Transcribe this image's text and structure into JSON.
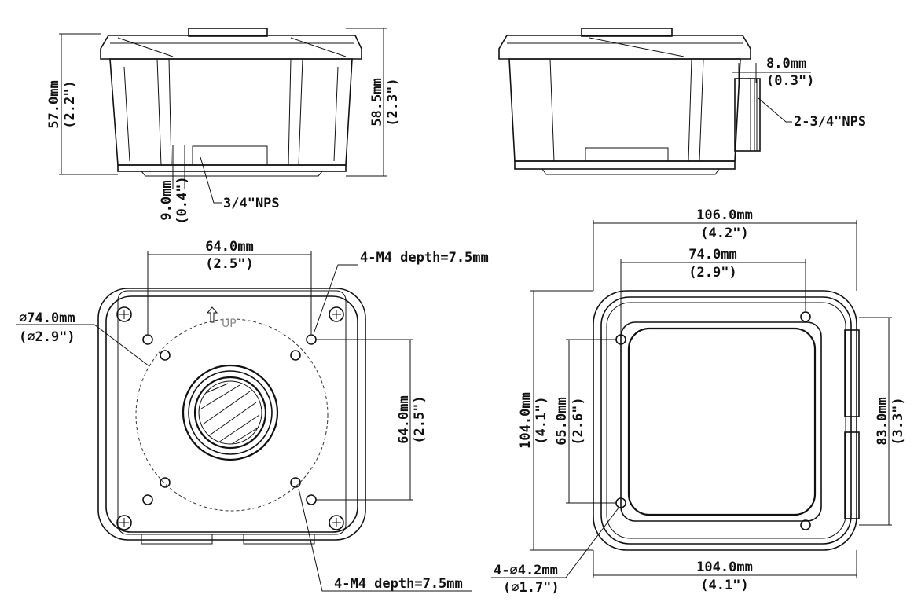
{
  "views": {
    "front": {
      "height_left_mm": "57.0mm",
      "height_left_in": "(2.2\")",
      "height_right_mm": "58.5mm",
      "height_right_in": "(2.3\")",
      "bottom_mm": "9.0mm",
      "bottom_in": "(0.4\")",
      "thread_label": "3/4\"NPS"
    },
    "side": {
      "offset_mm": "8.0mm",
      "offset_in": "(0.3\")",
      "thread_label": "2-3/4\"NPS"
    },
    "bottom": {
      "hole_spacing_h_mm": "64.0mm",
      "hole_spacing_h_in": "(2.5\")",
      "hole_spacing_v_mm": "64.0mm",
      "hole_spacing_v_in": "(2.5\")",
      "circle_dia_mm": "∅74.0mm",
      "circle_dia_in": "(∅2.9\")",
      "tap_top": "4-M4 depth=7.5mm",
      "tap_bottom": "4-M4 depth=7.5mm",
      "up_label": "UP"
    },
    "top": {
      "width_outer_mm": "106.0mm",
      "width_outer_in": "(4.2\")",
      "width_holes_mm": "74.0mm",
      "width_holes_in": "(2.9\")",
      "width_bottom_mm": "104.0mm",
      "width_bottom_in": "(4.1\")",
      "height_outer_mm": "104.0mm",
      "height_outer_in": "(4.1\")",
      "height_holes_mm": "65.0mm",
      "height_holes_in": "(2.6\")",
      "height_right_mm": "83.0mm",
      "height_right_in": "(3.3\")",
      "hole_mm": "4-∅4.2mm",
      "hole_in": "(∅1.7\")"
    }
  }
}
